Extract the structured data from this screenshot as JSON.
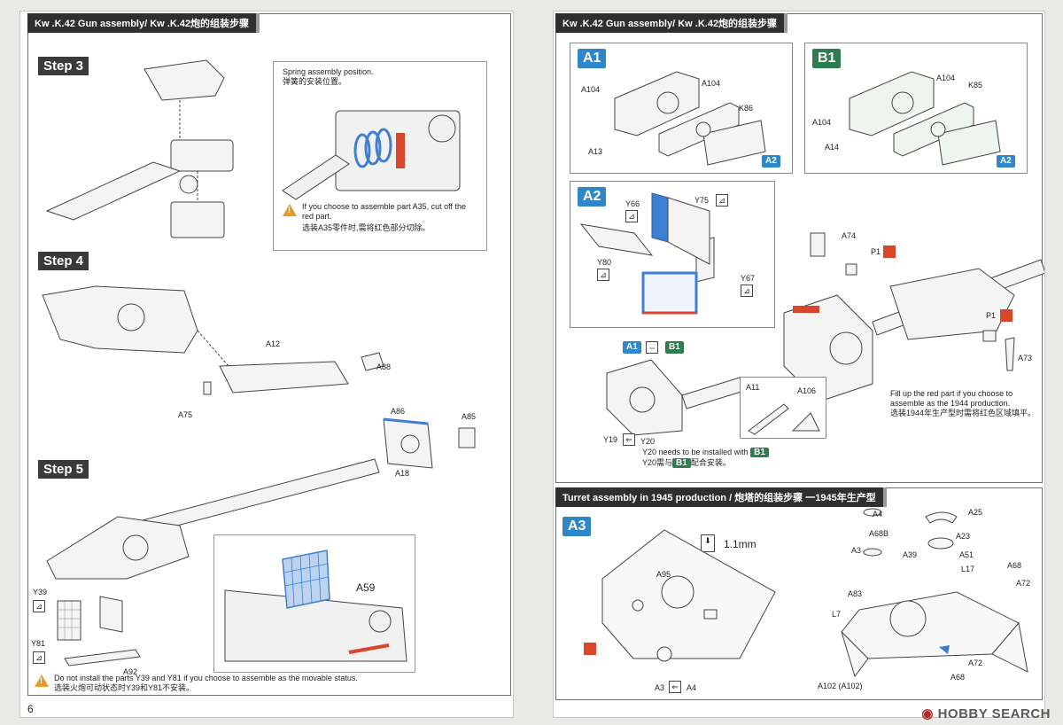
{
  "left_page": {
    "header": "Kw .K.42 Gun assembly/ Kw .K.42炮的组装步骤",
    "page_number": "6",
    "steps": [
      "Step 3",
      "Step 4",
      "Step 5"
    ],
    "spring_note": {
      "title_en": "Spring assembly position.",
      "title_cn": "弹簧的安装位置。",
      "warn_en": "If you choose to assemble part A35, cut off the red part.",
      "warn_cn": "选装A35零件时,需将红色部分切除。"
    },
    "part_labels": {
      "a12": "A12",
      "a88": "A88",
      "a75": "A75",
      "a86": "A86",
      "a85": "A85",
      "a18": "A18",
      "y39": "Y39",
      "y81": "Y81",
      "a92": "A92",
      "a59": "A59"
    },
    "bottom_warning": {
      "en": "Do not install the parts Y39 and Y81 if you choose to assemble as the movable status.",
      "cn": "选装火炮可动状态时Y39和Y81不安装。"
    }
  },
  "right_page": {
    "header": "Kw .K.42 Gun assembly/ Kw .K.42炮的组装步骤",
    "a1": {
      "badge": "A1",
      "labels": [
        "A104",
        "A104",
        "K86",
        "A13"
      ],
      "out_badge": "A2"
    },
    "b1": {
      "badge": "B1",
      "labels": [
        "A104",
        "K85",
        "A104",
        "A14"
      ],
      "out_badge": "A2"
    },
    "a2": {
      "badge": "A2",
      "labels": [
        "Y66",
        "Y75",
        "Y80",
        "Y67",
        "A74",
        "P1",
        "P1",
        "A73",
        "A11",
        "A106",
        "Y19",
        "Y20"
      ],
      "pair": [
        "A1",
        "B1"
      ],
      "fill_note": {
        "en": "Fill up the red part if you choose to assemble as the 1944 production.",
        "cn": "选装1944年生产型时需将红色区域填平。"
      },
      "y20_note": {
        "en_prefix": "Y20 needs to be installed with",
        "badge": "B1",
        "cn_prefix": "Y20需与",
        "cn_suffix": "配合安装。"
      }
    },
    "turret": {
      "header": "Turret assembly in 1945 production / 炮塔的组装步骤 一1945年生产型",
      "badge": "A3",
      "drill": "1.1mm",
      "labels": [
        "A95",
        "A3",
        "A4",
        "A4",
        "A68B",
        "A3",
        "A39",
        "A25",
        "A23",
        "A51",
        "L17",
        "A68",
        "A72",
        "A83",
        "L7",
        "A72",
        "A68",
        "A102 (A102)"
      ]
    }
  },
  "watermark": {
    "brand": "HOBBY",
    "word": "SEARCH"
  },
  "colors": {
    "badge_blue": "#2f86c9",
    "badge_green": "#2e7d4f",
    "part_red": "#d9472b",
    "part_blue": "#3f7fd1",
    "warn": "#e59a2a"
  }
}
